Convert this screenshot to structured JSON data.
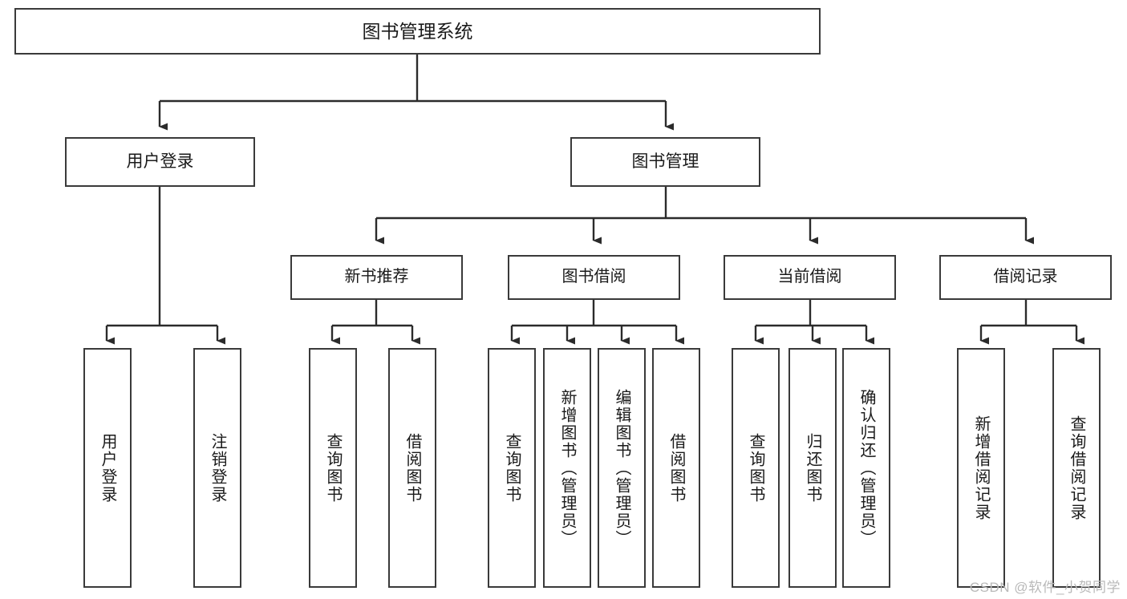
{
  "diagram": {
    "title": "图书管理系统",
    "watermark": "CSDN @软件_小贺同学",
    "stroke_color": "#3a3a3a",
    "text_color": "#1a1a1a",
    "background_color": "#ffffff",
    "watermark_color": "#b9b9b9"
  },
  "nodes": {
    "root": {
      "label": "图书管理系统"
    },
    "tier2": [
      {
        "id": "user-login",
        "label": "用户登录"
      },
      {
        "id": "book-management",
        "label": "图书管理"
      }
    ],
    "tier3": [
      {
        "id": "new-book-recommend",
        "label": "新书推荐"
      },
      {
        "id": "book-borrow",
        "label": "图书借阅"
      },
      {
        "id": "current-borrow",
        "label": "当前借阅"
      },
      {
        "id": "borrow-record",
        "label": "借阅记录"
      }
    ],
    "leaves": {
      "user_login": [
        {
          "id": "leaf-user-login",
          "label": "用户登录"
        },
        {
          "id": "leaf-logout-login",
          "label": "注销登录"
        }
      ],
      "new_book_recommend": [
        {
          "id": "leaf-query-book-1",
          "label": "查询图书"
        },
        {
          "id": "leaf-borrow-book-1",
          "label": "借阅图书"
        }
      ],
      "book_borrow": [
        {
          "id": "leaf-query-book-2",
          "label": "查询图书"
        },
        {
          "id": "leaf-add-book",
          "label": "新增图书（管理员）"
        },
        {
          "id": "leaf-edit-book",
          "label": "编辑图书（管理员）"
        },
        {
          "id": "leaf-borrow-book-2",
          "label": "借阅图书"
        }
      ],
      "current_borrow": [
        {
          "id": "leaf-query-book-3",
          "label": "查询图书"
        },
        {
          "id": "leaf-return-book",
          "label": "归还图书"
        },
        {
          "id": "leaf-confirm-return",
          "label": "确认归还（管理员）"
        }
      ],
      "borrow_record": [
        {
          "id": "leaf-add-record",
          "label": "新增借阅记录"
        },
        {
          "id": "leaf-query-record",
          "label": "查询借阅记录"
        }
      ]
    }
  }
}
